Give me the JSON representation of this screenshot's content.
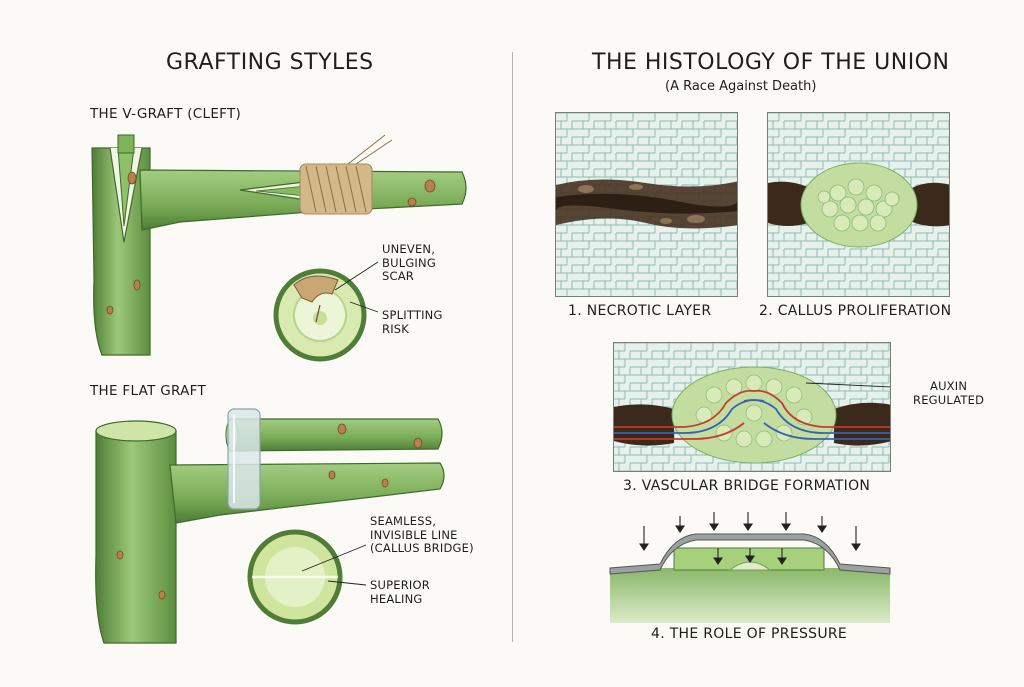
{
  "left": {
    "title": "GRAFTING STYLES",
    "v_graft": {
      "heading": "THE V-GRAFT (CLEFT)",
      "note_scar": [
        "UNEVEN,",
        "BULGING",
        "SCAR"
      ],
      "note_split": [
        "SPLITTING",
        "RISK"
      ]
    },
    "flat_graft": {
      "heading": "THE FLAT GRAFT",
      "note_seamless": [
        "SEAMLESS,",
        "INVISIBLE LINE",
        "(CALLUS BRIDGE)"
      ],
      "note_superior": [
        "SUPERIOR",
        "HEALING"
      ]
    }
  },
  "right": {
    "title": "THE HISTOLOGY OF THE UNION",
    "subtitle": "(A Race Against Death)",
    "panels": [
      {
        "caption": "1. NECROTIC LAYER"
      },
      {
        "caption": "2. CALLUS PROLIFERATION"
      },
      {
        "caption": "3. VASCULAR BRIDGE FORMATION",
        "note": [
          "AUXIN",
          "REGULATED"
        ]
      },
      {
        "caption": "4. THE ROLE OF PRESSURE"
      }
    ]
  },
  "colors": {
    "bark_light": "#9cc878",
    "bark_mid": "#6fa14f",
    "bark_dark": "#4f7d37",
    "cell_fill": "#e6f1ec",
    "cell_line": "#8fbab0",
    "necrotic": "#4a3524",
    "callus": "#c3dda1",
    "xylem_blue": "#3a62b0",
    "phloem_red": "#c63b2d",
    "tape_clear": "#d9e6ea",
    "twine": "#d3b98a"
  }
}
